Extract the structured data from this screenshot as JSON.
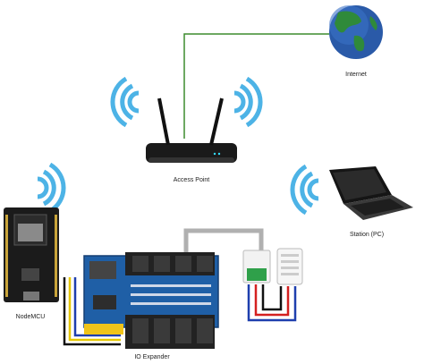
{
  "labels": {
    "internet": "Internet",
    "access_point": "Access Point",
    "station": "Station (PC)",
    "nodemcu": "NodeMCU",
    "io_expander": "IO Expander"
  },
  "colors": {
    "wifi_waves": "#4db3e6",
    "green_link": "#3d8b2f",
    "grey_cable": "#b0b0b0",
    "globe_ocean": "#2a5aa8",
    "globe_land": "#2f8a3a",
    "board_blue": "#1f5fa6",
    "relay_black": "#222222"
  },
  "icons": [
    "globe-icon",
    "router-icon",
    "laptop-icon",
    "wifi-icon",
    "nodemcu-board",
    "io-expander-board",
    "sensor-module"
  ]
}
